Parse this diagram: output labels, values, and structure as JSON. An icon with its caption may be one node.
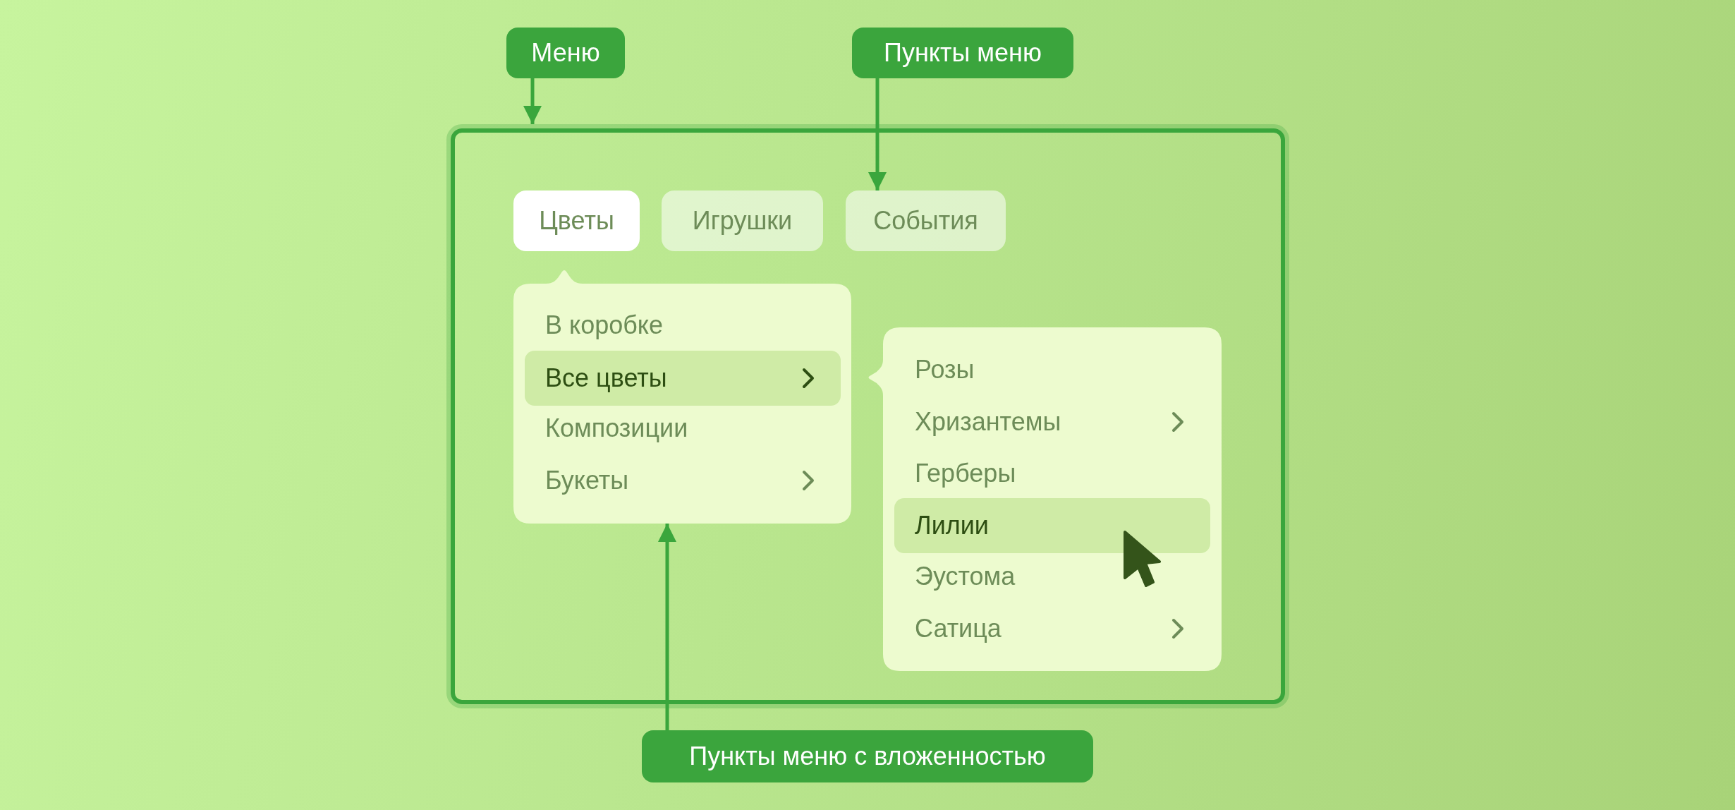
{
  "diagram": {
    "nodes": [
      {
        "text": [
          "Меню"
        ]
      },
      {
        "text": [
          "Пункты меню"
        ]
      },
      {
        "text": [],
        "shape": "box"
      },
      {
        "text": [
          "Цветы"
        ],
        "in": 2
      },
      {
        "text": [
          "Игрушки"
        ],
        "in": 2
      },
      {
        "text": [
          "События"
        ],
        "in": 2
      },
      {
        "text": [],
        "shape": "box",
        "in": 2
      },
      {
        "text": [
          "В коробке"
        ],
        "in": 6
      },
      {
        "text": [
          "Все цветы"
        ],
        "in": 6
      },
      {
        "text": [
          "Композиции"
        ],
        "in": 6
      },
      {
        "text": [
          "Букеты"
        ],
        "in": 6
      },
      {
        "text": [],
        "shape": "box",
        "in": 2
      },
      {
        "text": [
          "Розы"
        ],
        "in": 11
      },
      {
        "text": [
          "Хризантемы"
        ],
        "in": 11
      },
      {
        "text": [
          "Герберы"
        ],
        "in": 11
      },
      {
        "text": [
          "Лилии"
        ],
        "in": 11
      },
      {
        "text": [
          "Эустома"
        ],
        "in": 11
      },
      {
        "text": [
          "Сатица"
        ],
        "in": 11
      },
      {
        "text": [
          "Пункты меню с вложенностью"
        ]
      }
    ],
    "edges": [
      {
        "from": 0,
        "to": 2,
        "arrow": "to"
      },
      {
        "from": 1,
        "to": 5,
        "arrow": "to"
      },
      {
        "from": 18,
        "to": 6,
        "arrow": "to"
      }
    ]
  }
}
